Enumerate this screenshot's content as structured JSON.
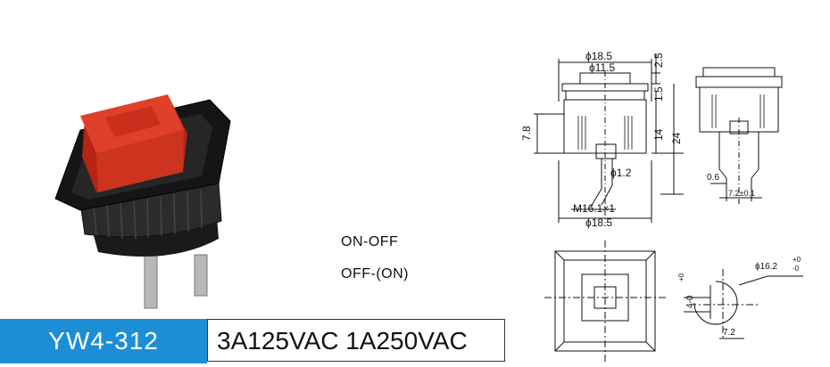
{
  "product": {
    "model": "YW4-312",
    "rating": "3A125VAC 1A250VAC",
    "modes": [
      "ON-OFF",
      "OFF-(ON)"
    ]
  },
  "dimensions": {
    "d_outer_top": "ϕ18.5",
    "d_cap": "ϕ11.5",
    "cap_h": "2.5",
    "flange_h": "1.5",
    "body_h": "14",
    "total_h": "24",
    "side_h": "7.8",
    "terminal_hole": "ϕ1.2",
    "thread": "M16.1×1",
    "d_outer_bottom": "ϕ18.5",
    "term_thick": "0.6",
    "term_pitch": "7.2±0.1",
    "panel_hole": "ϕ16.2",
    "panel_tol": "+0",
    "panel_tol2": "-0",
    "flat_tol": "+0",
    "flat_w": "4-0",
    "flat_pitch": "7.2"
  },
  "colors": {
    "accent": "#1c8ed6",
    "button_red": "#d9321f",
    "housing": "#1a1a1a",
    "terminal": "#b8b8b8"
  }
}
